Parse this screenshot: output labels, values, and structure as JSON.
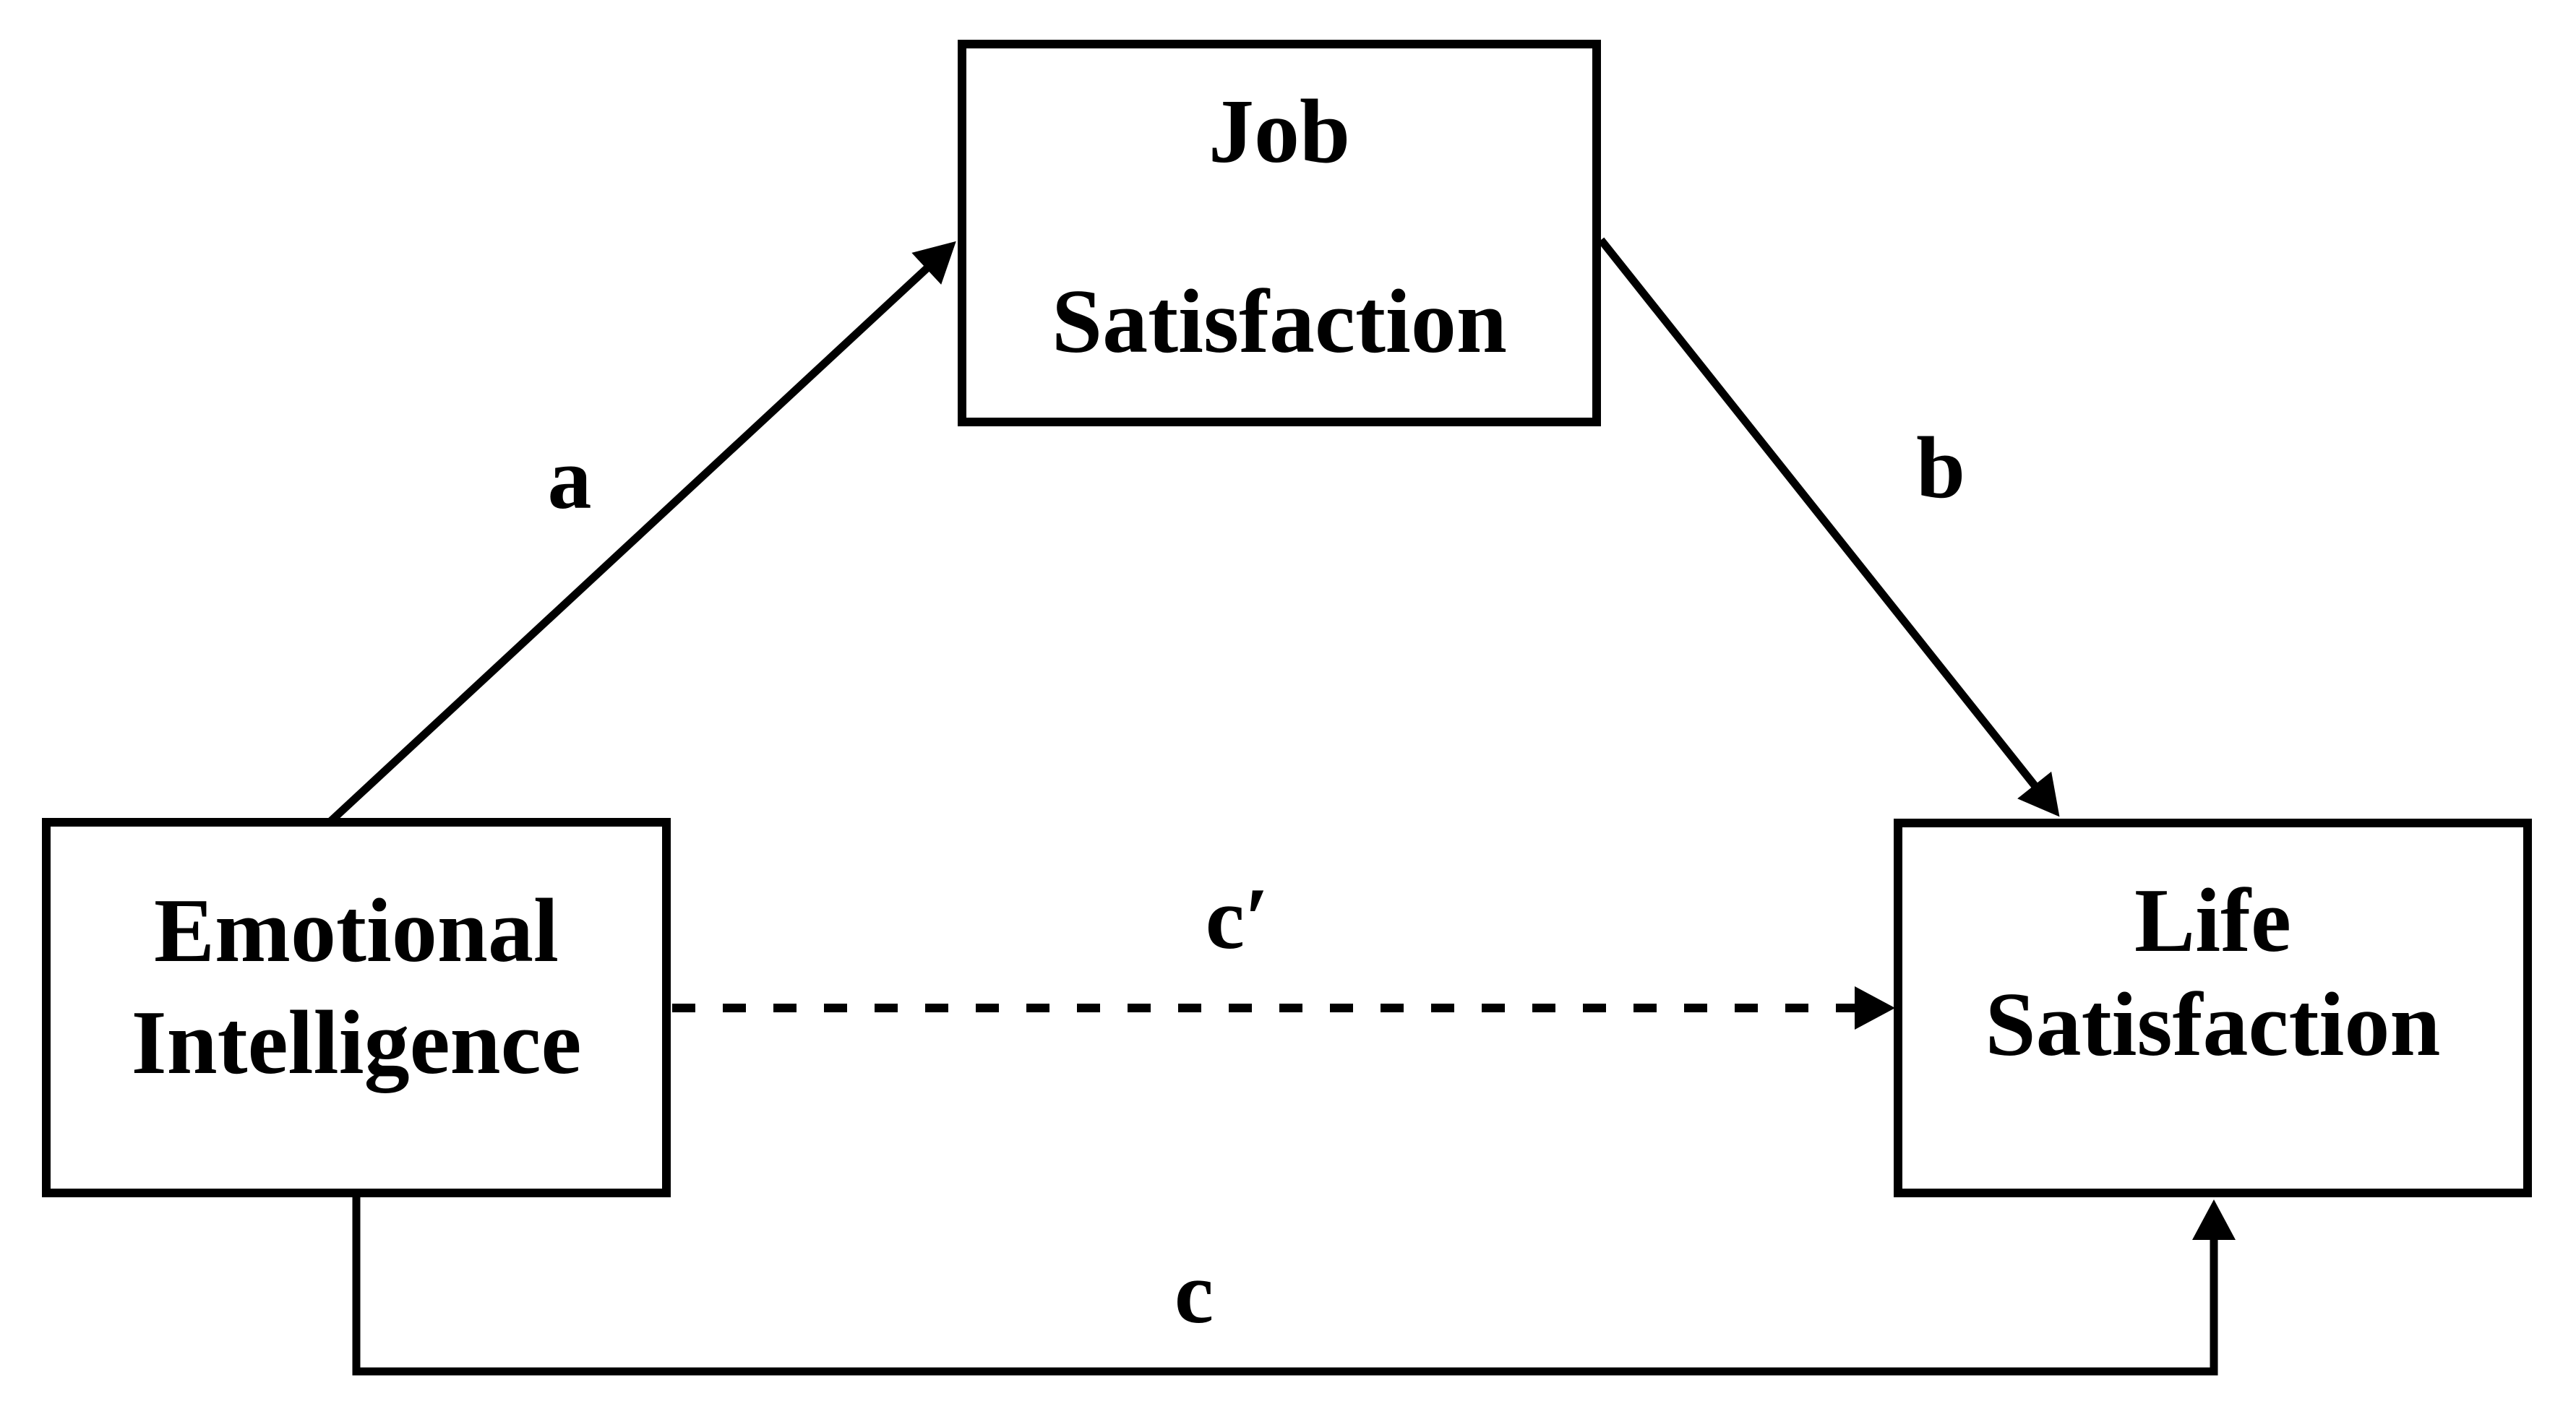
{
  "diagram": {
    "type": "mediation-path-model",
    "background_color": "#ffffff",
    "ink_color": "#000000",
    "nodes": {
      "mediator": {
        "line1": "Job",
        "line2": "Satisfaction",
        "role": "mediator"
      },
      "predictor": {
        "line1": "Emotional",
        "line2": "Intelligence",
        "role": "independent-variable"
      },
      "outcome": {
        "line1": "Life",
        "line2": "Satisfaction",
        "role": "dependent-variable"
      }
    },
    "paths": {
      "a": {
        "label": "a",
        "from": "Emotional Intelligence",
        "to": "Job Satisfaction",
        "style": "solid"
      },
      "b": {
        "label": "b",
        "from": "Job Satisfaction",
        "to": "Life Satisfaction",
        "style": "solid"
      },
      "c_prime": {
        "label": "c′",
        "from": "Emotional Intelligence",
        "to": "Life Satisfaction",
        "style": "dashed"
      },
      "c": {
        "label": "c",
        "from": "Emotional Intelligence",
        "to": "Life Satisfaction",
        "style": "solid"
      }
    }
  }
}
